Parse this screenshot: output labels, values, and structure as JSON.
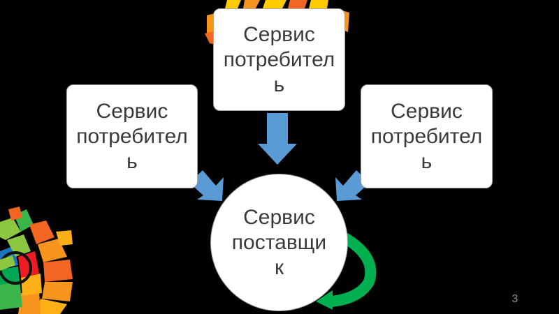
{
  "diagram": {
    "consumers": [
      {
        "label": "Сервис\nпотребител\nь"
      },
      {
        "label": "Сервис\nпотребител\nь"
      },
      {
        "label": "Сервис\nпотребител\nь"
      }
    ],
    "provider": {
      "label": "Сервис\nпоставщи\nк"
    }
  },
  "slide": {
    "page_number": "3"
  },
  "colors": {
    "background": "#000000",
    "box_fill": "#ffffff",
    "box_border": "#a6a6a6",
    "text": "#3a3a3a",
    "arrow_blue": "#5b9bd5",
    "arrow_green": "#00b050"
  }
}
